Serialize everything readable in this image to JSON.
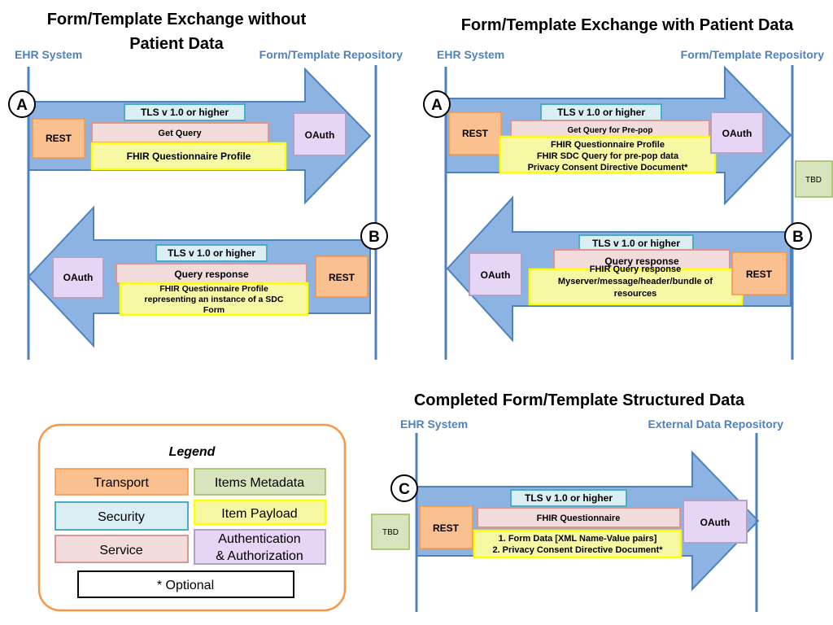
{
  "colors": {
    "arrow_fill": "#8db3e2",
    "arrow_stroke": "#4f81bd",
    "line": "#4f81bd",
    "transport_fill": "#fac090",
    "transport_stroke": "#f79646",
    "security_fill": "#dbeef3",
    "security_stroke": "#4bacc6",
    "service_fill": "#f2dcdb",
    "service_stroke": "#d99694",
    "payload_fill": "#f6f8a4",
    "payload_stroke": "#ffff00",
    "metadata_fill": "#d7e4bd",
    "metadata_stroke": "#9bbb59",
    "auth_fill": "#e6d5f5",
    "auth_stroke": "#b3a2c7",
    "legend_border": "#f79646"
  },
  "panel1": {
    "title_line1": "Form/Template Exchange without",
    "title_line2": "Patient Data",
    "left_label": "EHR System",
    "right_label": "Form/Template Repository",
    "arrowA": {
      "marker": "A",
      "security": "TLS v 1.0 or higher",
      "transport": "REST",
      "service": "Get Query",
      "payload": [
        "FHIR Questionnaire Profile"
      ],
      "auth": "OAuth"
    },
    "arrowB": {
      "marker": "B",
      "security": "TLS v 1.0 or higher",
      "transport": "REST",
      "service": "Query response",
      "payload": [
        "FHIR Questionnaire Profile",
        "representing an instance of a SDC",
        "Form"
      ],
      "auth": "OAuth"
    }
  },
  "panel2": {
    "title": "Form/Template Exchange with Patient Data",
    "left_label": "EHR System",
    "right_label": "Form/Template Repository",
    "tbd": "TBD",
    "arrowA": {
      "marker": "A",
      "security": "TLS v 1.0 or higher",
      "transport": "REST",
      "service": "Get Query for Pre-pop",
      "payload": [
        "FHIR Questionnaire Profile",
        "FHIR SDC Query for pre-pop data",
        "Privacy Consent Directive Document*"
      ],
      "auth": "OAuth"
    },
    "arrowB": {
      "marker": "B",
      "security": "TLS v 1.0 or higher",
      "transport": "REST",
      "service": "Query response",
      "payload": [
        "FHIR Query response",
        "Myserver/message/header/bundle of",
        "resources"
      ],
      "auth": "OAuth"
    }
  },
  "panel3": {
    "title": "Completed Form/Template Structured Data",
    "left_label": "EHR System",
    "right_label": "External Data Repository",
    "tbd": "TBD",
    "arrowC": {
      "marker": "C",
      "security": "TLS v 1.0 or higher",
      "transport": "REST",
      "service": "FHIR Questionnaire",
      "payload": [
        "1. Form Data [XML Name-Value pairs]",
        "2. Privacy Consent Directive Document*"
      ],
      "auth": "OAuth"
    }
  },
  "legend": {
    "title": "Legend",
    "transport": "Transport",
    "metadata": "Items Metadata",
    "security": "Security",
    "payload": "Item Payload",
    "service": "Service",
    "auth_line1": "Authentication",
    "auth_line2": "& Authorization",
    "optional": "* Optional"
  }
}
